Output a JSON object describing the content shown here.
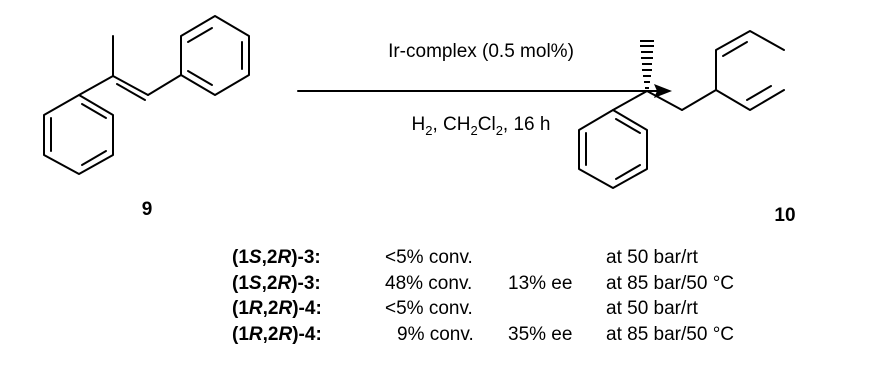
{
  "reaction": {
    "reagent": "Ir-complex (0.5 mol%)",
    "conditions": "H2, CH2Cl2, 16 h",
    "substrate_label": "9",
    "product_label": "10"
  },
  "results": [
    {
      "prefix": "(1",
      "c1": "S",
      "mid": ",2",
      "c2": "R",
      "suffix": ")-3:",
      "conv": "<5% conv.",
      "ee": "",
      "cond": "at 50 bar/rt"
    },
    {
      "prefix": "(1",
      "c1": "S",
      "mid": ",2",
      "c2": "R",
      "suffix": ")-3:",
      "conv": "48% conv.",
      "ee": "13% ee",
      "cond": "at 85 bar/50 °C"
    },
    {
      "prefix": "(1",
      "c1": "R",
      "mid": ",2",
      "c2": "R",
      "suffix": ")-4:",
      "conv": "<5% conv.",
      "ee": "",
      "cond": "at 50 bar/rt"
    },
    {
      "prefix": "(1",
      "c1": "R",
      "mid": ",2",
      "c2": "R",
      "suffix": ")-4:",
      "conv": "9% conv.",
      "ee": "35% ee",
      "cond": "at 85 bar/50 °C"
    }
  ]
}
